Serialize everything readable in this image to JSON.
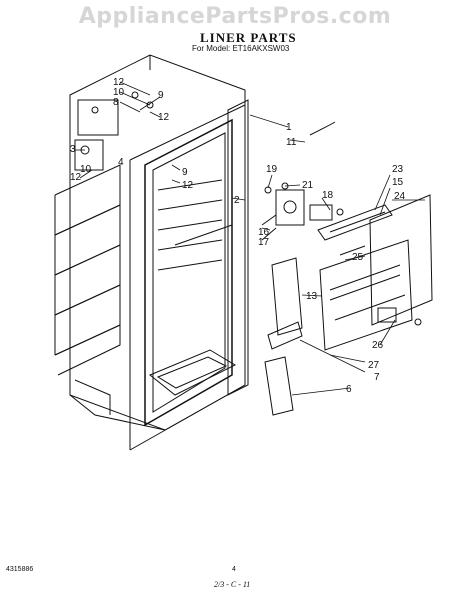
{
  "watermark": "AppliancePartsPros.com",
  "title": "LINER PARTS",
  "subtitle": "For Model: ET16AKXSW03",
  "callouts": {
    "c12a": "12",
    "c10a": "10",
    "c8": "8",
    "c9a": "9",
    "c12b": "12",
    "c1": "1",
    "c11": "11",
    "c9b": "9",
    "c12c": "12",
    "c3": "3",
    "c4": "4",
    "c10b": "10",
    "c12d": "12",
    "c19": "19",
    "c21": "21",
    "c18": "18",
    "c16": "16",
    "c17": "17",
    "c2": "2",
    "c23": "23",
    "c15": "15",
    "c24": "24",
    "c25": "25",
    "c13": "13",
    "c26": "26",
    "c27": "27",
    "c7": "7",
    "c6": "6"
  },
  "footer": {
    "doc_number": "4315886",
    "page_number": "4",
    "code": "2/3 - C - 11"
  }
}
